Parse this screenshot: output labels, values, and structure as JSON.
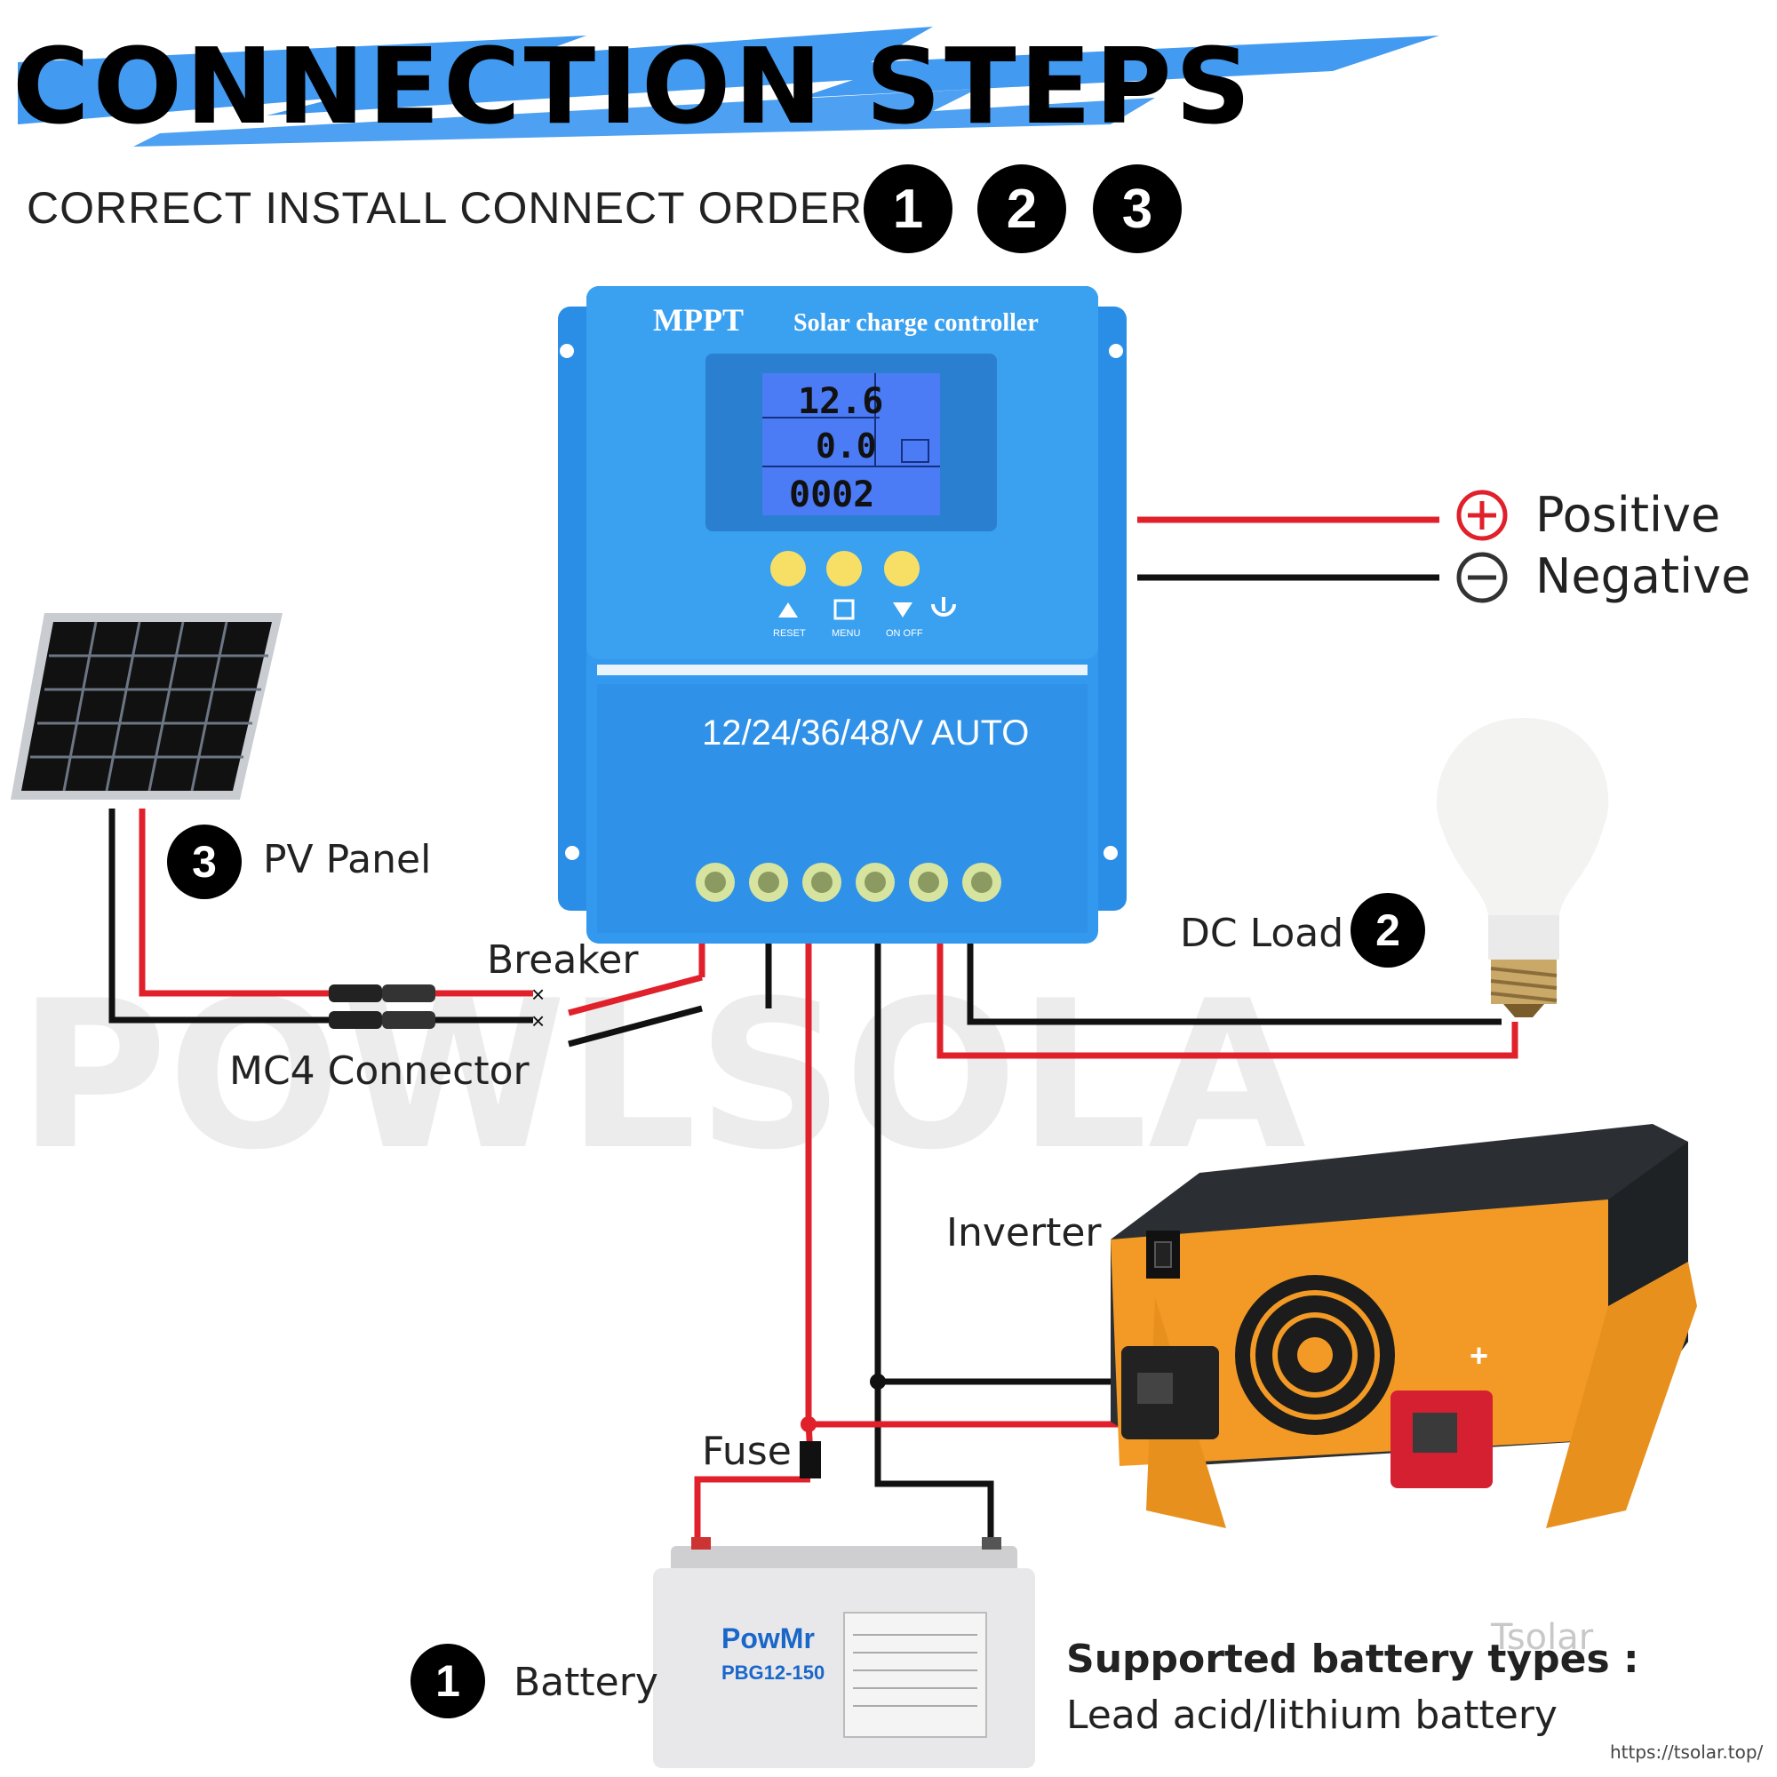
{
  "title": "CONNECTION STEPS",
  "order_text": "CORRECT INSTALL CONNECT ORDER:",
  "order_badges": [
    "1",
    "2",
    "3"
  ],
  "controller": {
    "brand": "MPPT",
    "subtitle": "Solar charge controller",
    "lcd_voltage": "12.6",
    "lcd_current": "0.0",
    "lcd_time": "0002",
    "buttons": [
      "RESET",
      "MENU",
      "ON OFF"
    ],
    "voltage_label": "12/24/36/48/V AUTO"
  },
  "legend": {
    "positive": "Positive",
    "negative": "Negative",
    "positive_color": "#e0202a",
    "negative_color": "#111111"
  },
  "pv_panel": {
    "number": "3",
    "label": "PV Panel"
  },
  "dc_load": {
    "number": "2",
    "label": "DC Load"
  },
  "battery": {
    "number": "1",
    "label": "Battery",
    "brand": "PowMr",
    "model": "PBG12-150"
  },
  "labels": {
    "breaker": "Breaker",
    "mc4": "MC4 Connector",
    "inverter": "Inverter",
    "fuse": "Fuse"
  },
  "battery_types": {
    "heading": "Supported battery types :",
    "types": "Lead acid/lithium battery"
  },
  "watermark": "Tsolar",
  "url": "https://tsolar.top/"
}
